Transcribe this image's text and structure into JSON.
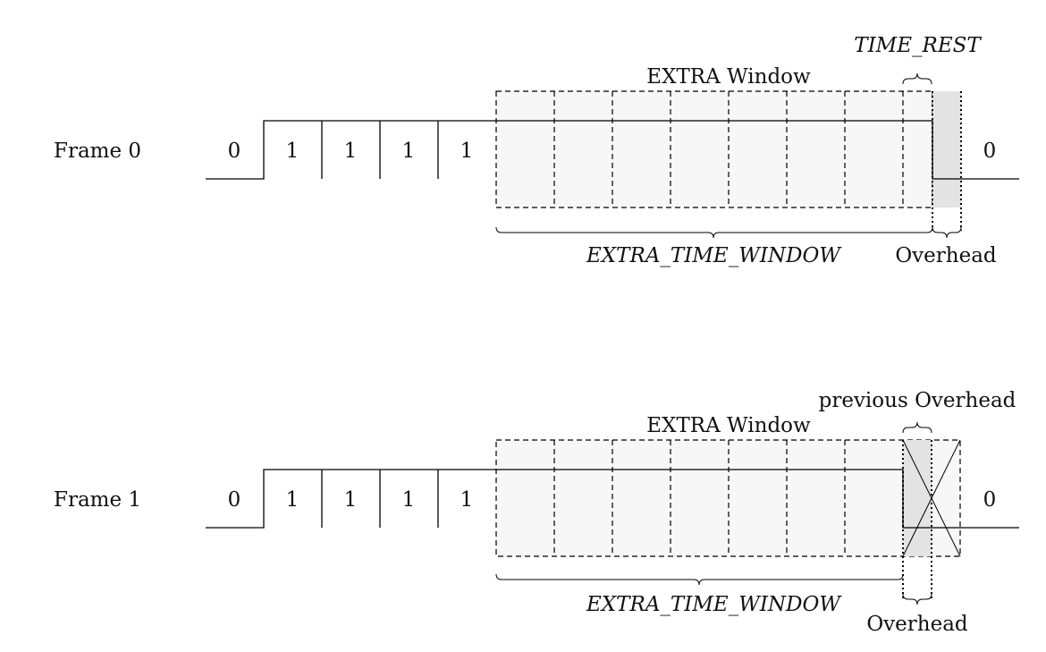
{
  "frames": [
    {
      "label": "Frame 0",
      "bits": [
        "0",
        "1",
        "1",
        "1",
        "1"
      ],
      "trailing_bit": "0",
      "window_label": "EXTRA Window",
      "window_span_label": "EXTRA_TIME_WINDOW",
      "top_brace_label": "TIME_REST",
      "overhead_label": "Overhead"
    },
    {
      "label": "Frame 1",
      "bits": [
        "0",
        "1",
        "1",
        "1",
        "1"
      ],
      "trailing_bit": "0",
      "window_label": "EXTRA Window",
      "window_span_label": "EXTRA_TIME_WINDOW",
      "top_brace_label": "previous Overhead",
      "overhead_label": "Overhead"
    }
  ]
}
